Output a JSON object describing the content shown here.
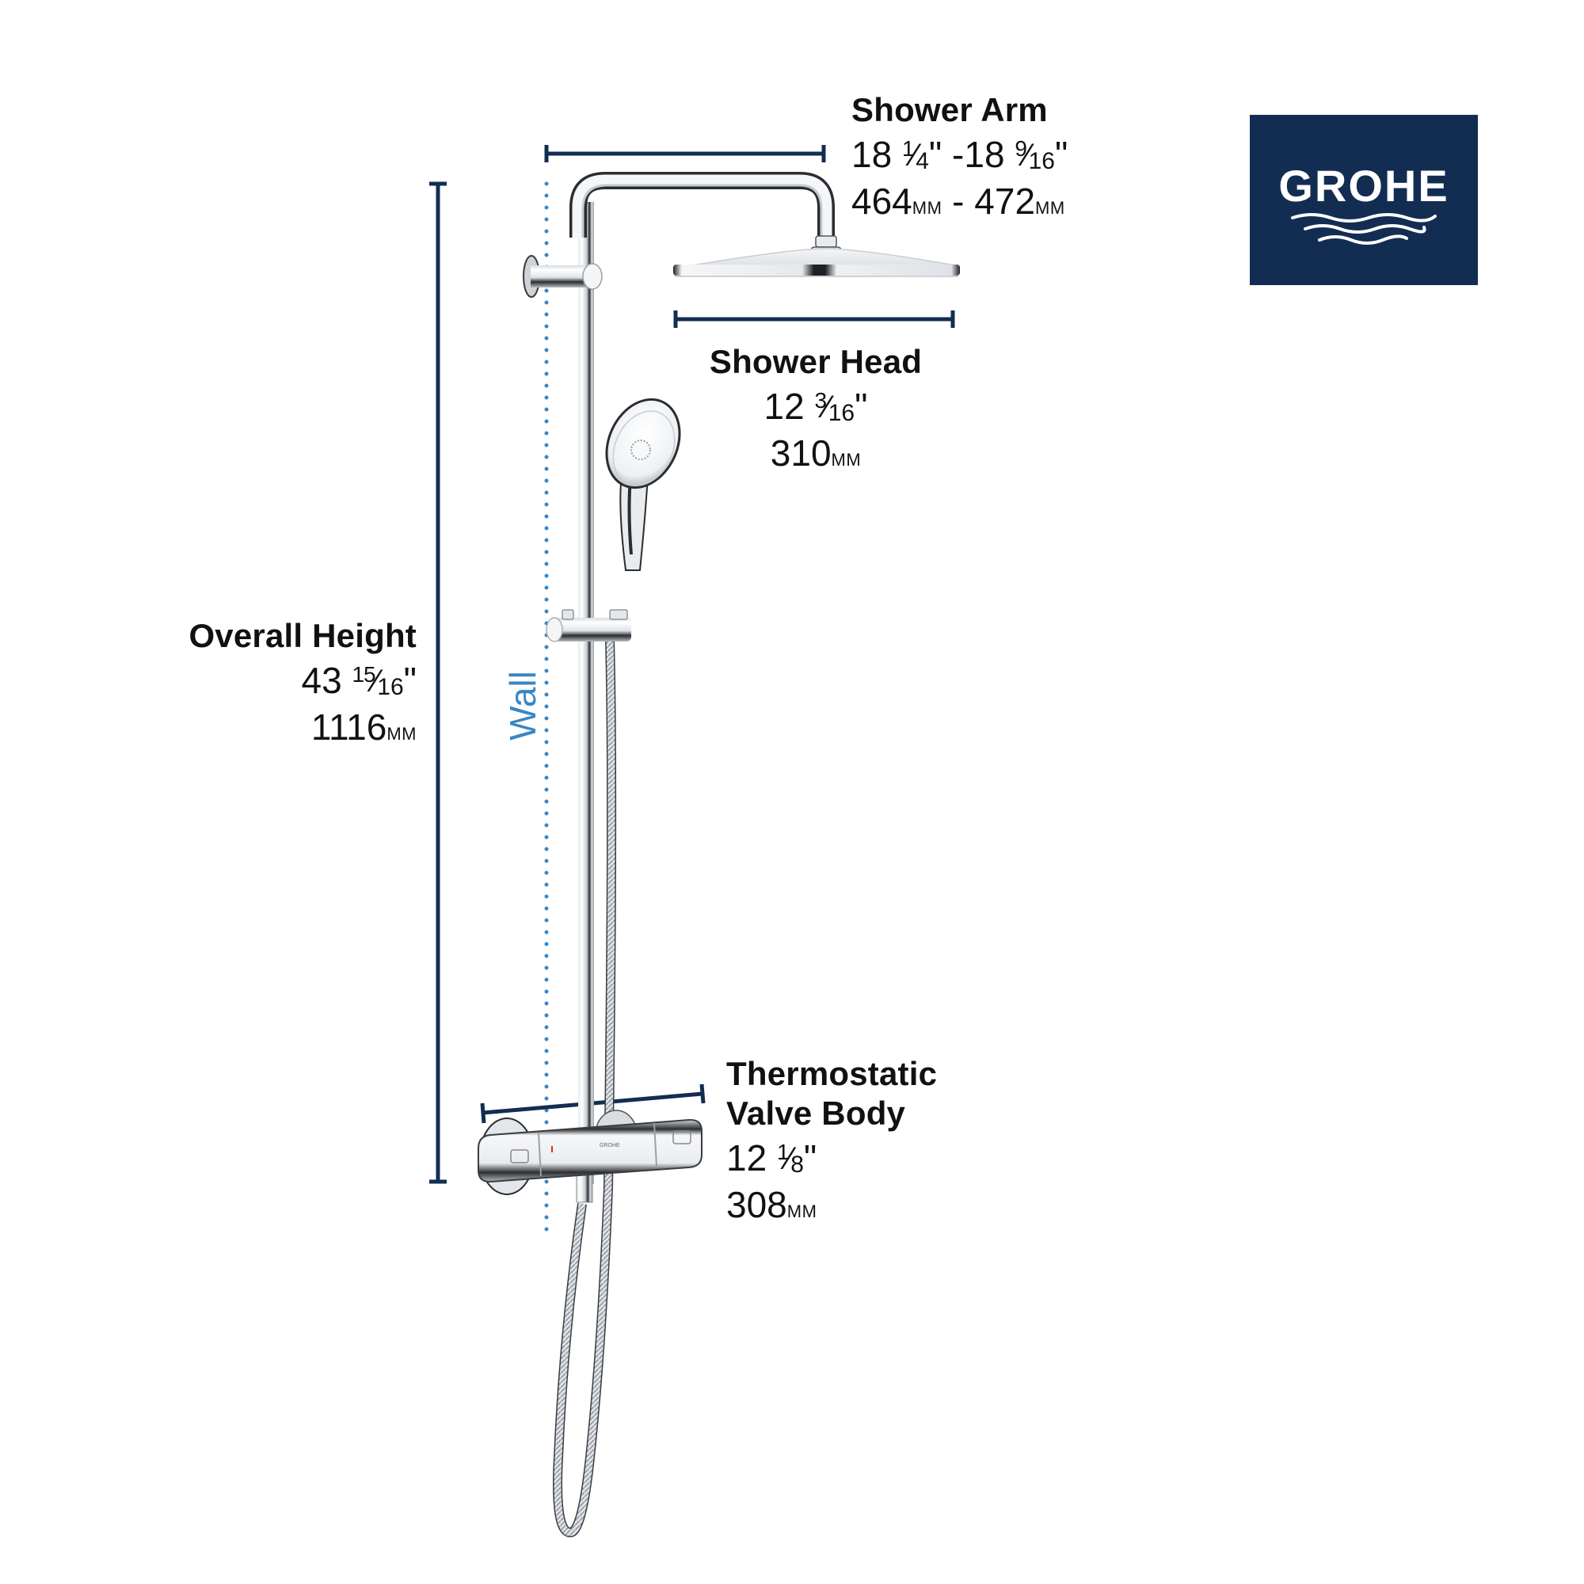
{
  "brand": {
    "name": "GROHE",
    "logo_bg": "#132d52",
    "logo_fg": "#ffffff"
  },
  "colors": {
    "dimension_line": "#132d52",
    "wall_line": "#3a86c4",
    "text": "#111111",
    "chrome_light": "#f2f4f6",
    "chrome_mid": "#c9ced4",
    "chrome_dark": "#1e2024"
  },
  "wall": {
    "label": "Wall"
  },
  "dimensions": {
    "shower_arm": {
      "title": "Shower Arm",
      "imperial_whole_1": "18",
      "imperial_num_1": "1",
      "imperial_den_1": "4",
      "imperial_sep": "-",
      "imperial_whole_2": "18",
      "imperial_num_2": "9",
      "imperial_den_2": "16",
      "inch_mark": "\"",
      "metric_1": "464",
      "metric_sep": " - ",
      "metric_2": "472",
      "unit": "MM"
    },
    "shower_head": {
      "title": "Shower Head",
      "imperial_whole": "12",
      "imperial_num": "3",
      "imperial_den": "16",
      "inch_mark": "\"",
      "metric": "310",
      "unit": "MM"
    },
    "overall_height": {
      "title": "Overall Height",
      "imperial_whole": "43",
      "imperial_num": "15",
      "imperial_den": "16",
      "inch_mark": "\"",
      "metric": "1116",
      "unit": "MM"
    },
    "valve_body": {
      "title_line_1": "Thermostatic",
      "title_line_2": "Valve Body",
      "imperial_whole": "12",
      "imperial_num": "1",
      "imperial_den": "8",
      "inch_mark": "\"",
      "metric": "308",
      "unit": "MM"
    }
  },
  "frac_slash": "⁄"
}
